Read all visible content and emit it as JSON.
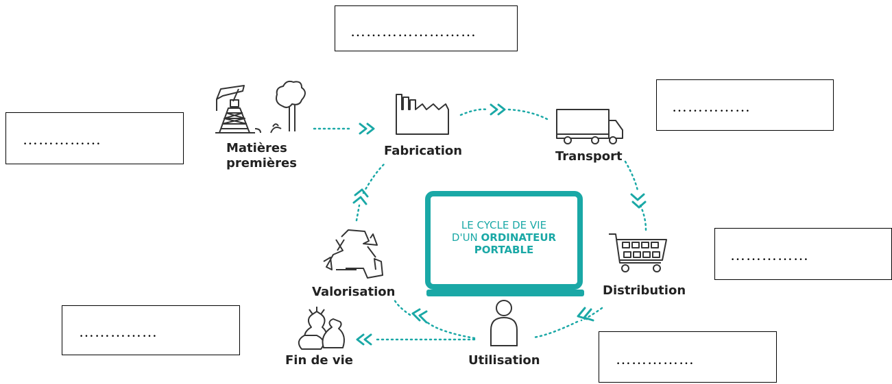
{
  "boxes": {
    "top": "……………………",
    "transport": "……………",
    "matieres": "……………",
    "distribution": "……………",
    "fin_de_vie": "……………",
    "utilisation": "……………"
  },
  "stages": {
    "matieres_line1": "Matières",
    "matieres_line2": "premières",
    "fabrication": "Fabrication",
    "transport": "Transport",
    "distribution": "Distribution",
    "utilisation": "Utilisation",
    "valorisation": "Valorisation",
    "fin_de_vie": "Fin de vie"
  },
  "center": {
    "line1": "LE CYCLE DE VIE",
    "line2_prefix": "D'UN",
    "line2_bold": "ORDINATEUR",
    "line3_bold": "PORTABLE"
  },
  "colors": {
    "accent": "#1aa8a6",
    "icon_stroke": "#333333",
    "box_border": "#000000"
  },
  "icons": [
    "oil-pump-icon",
    "tree-icon",
    "factory-icon",
    "truck-icon",
    "shopping-cart-icon",
    "person-icon",
    "garbage-bags-icon",
    "recycle-icon",
    "laptop-icon",
    "chevron-arrow-icon"
  ]
}
